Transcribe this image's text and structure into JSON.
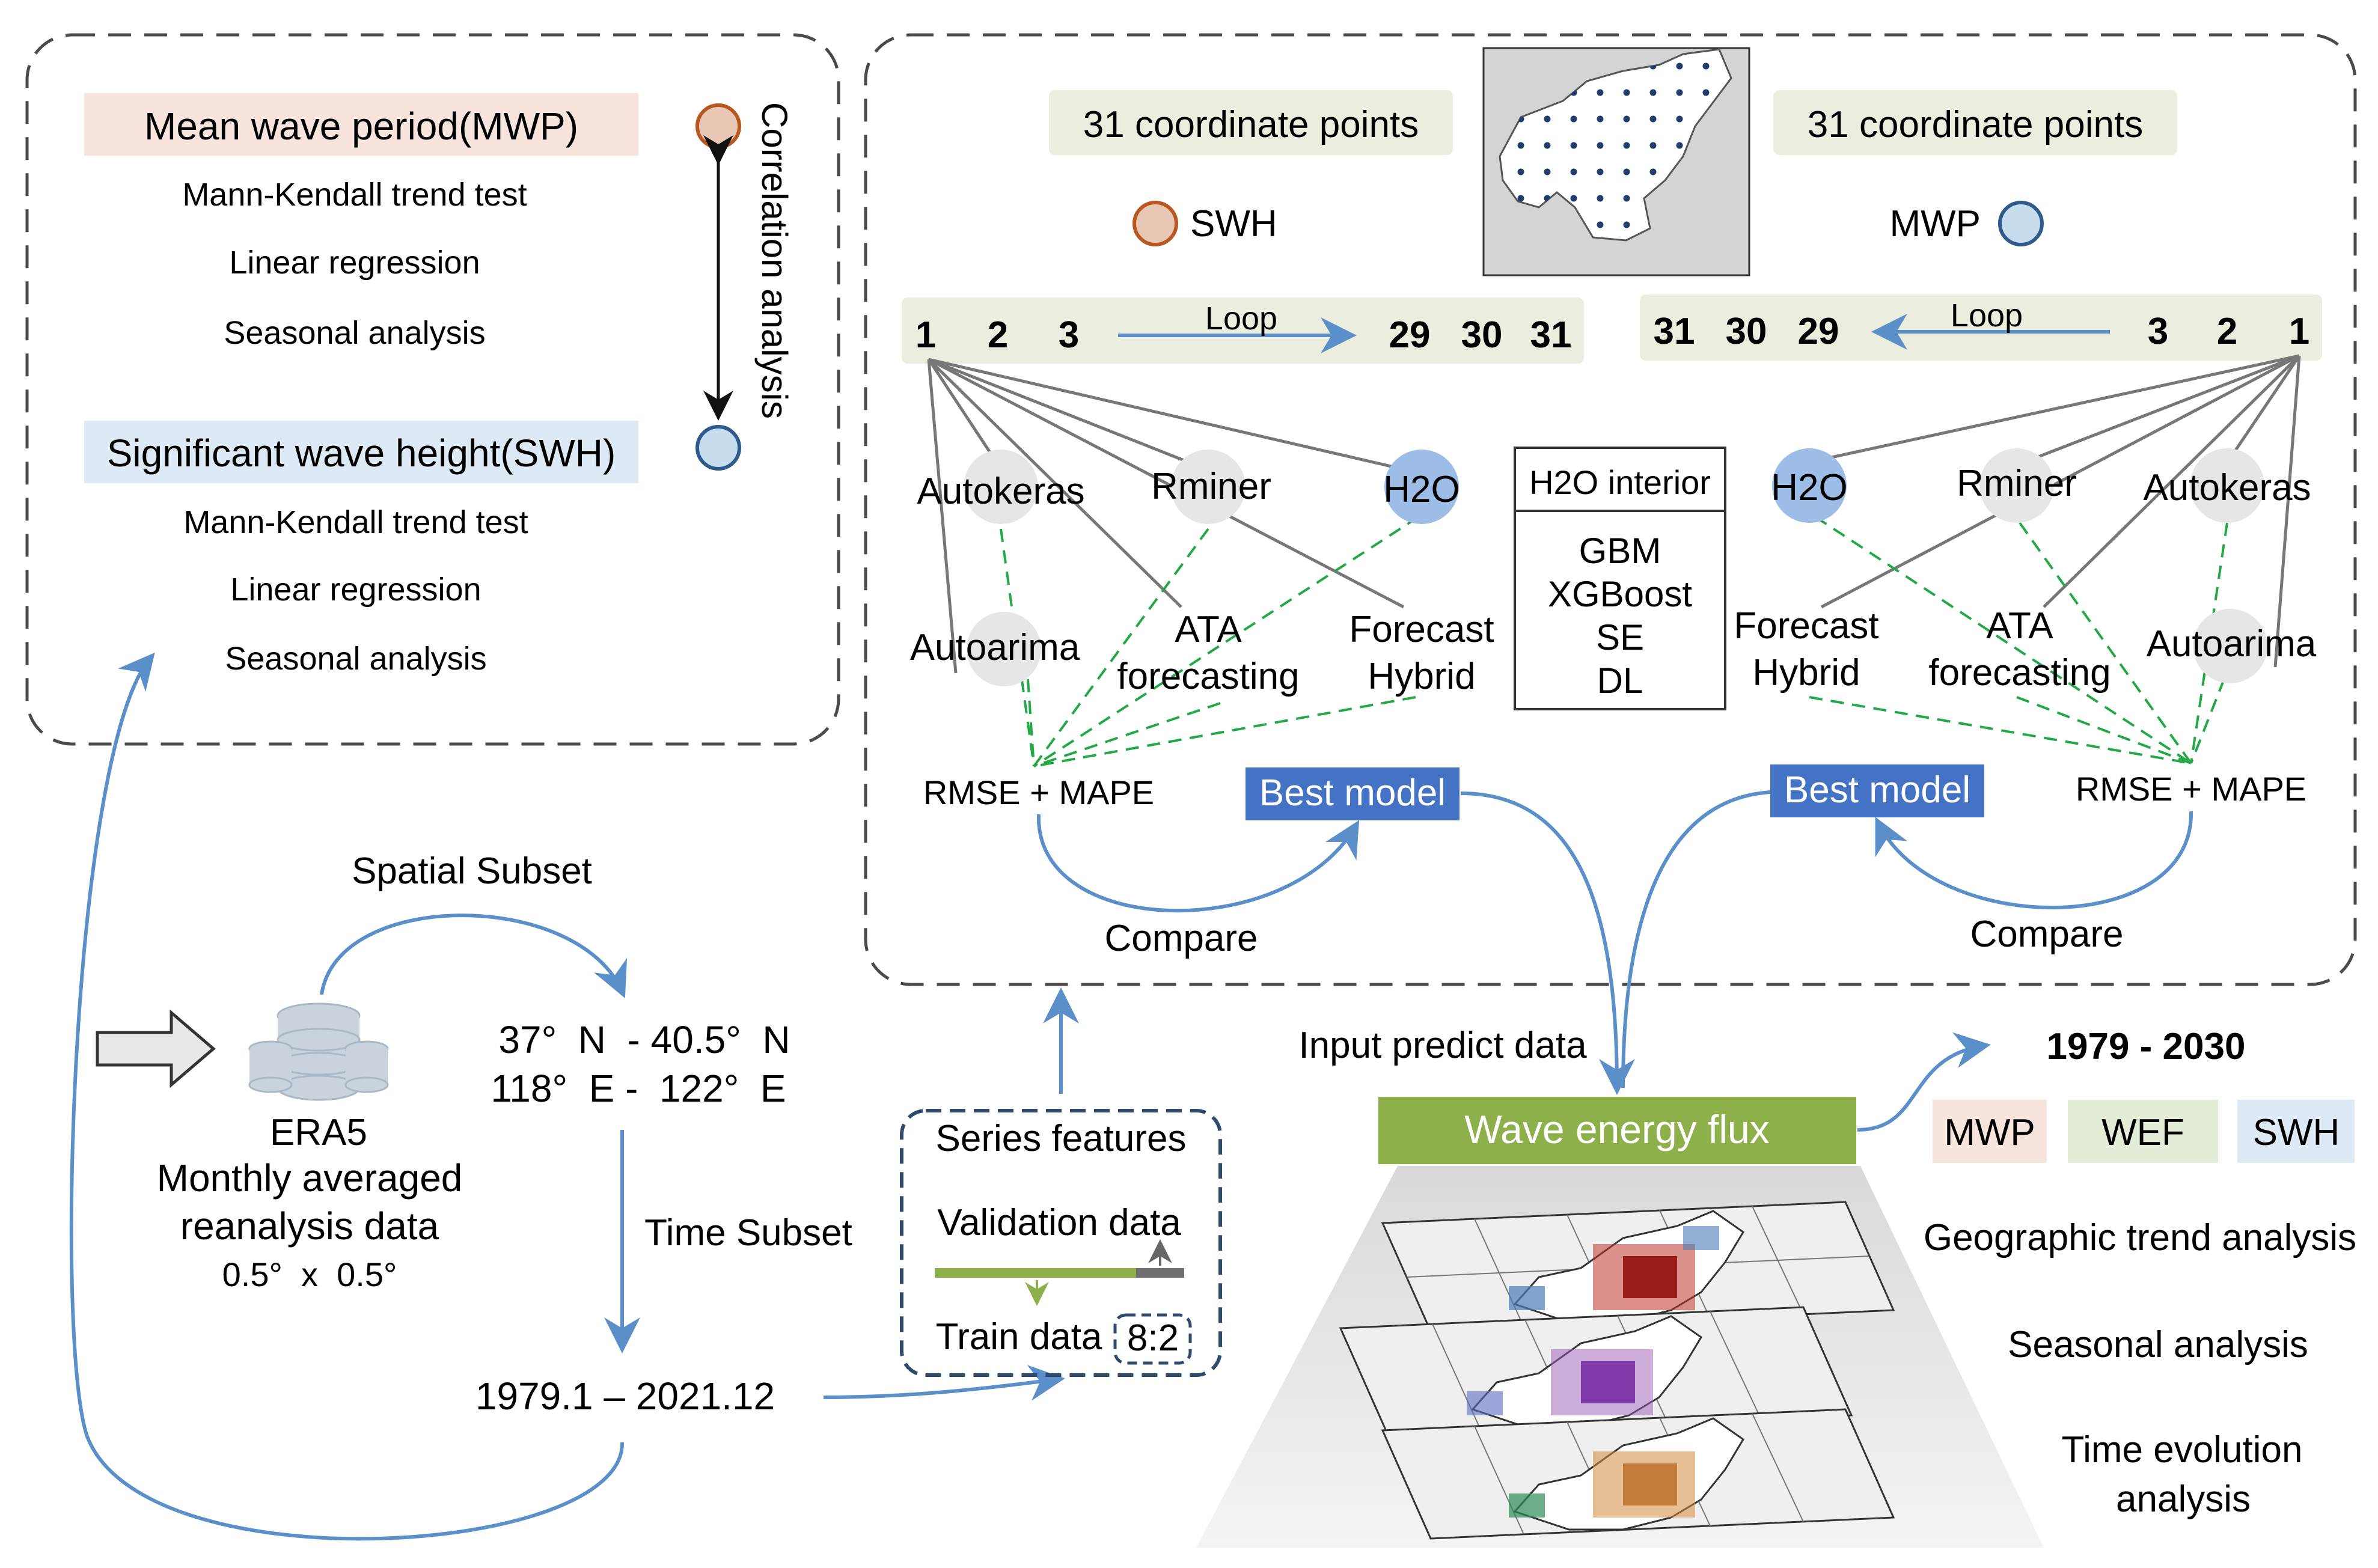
{
  "analysis_panel": {
    "mwp_title": "Mean wave period(MWP)",
    "mwp_methods": [
      "Mann-Kendall trend test",
      "Linear regression",
      "Seasonal analysis"
    ],
    "swh_title": "Significant wave height(SWH)",
    "swh_methods": [
      "Mann-Kendall trend test",
      "Linear regression",
      "Seasonal analysis"
    ],
    "correlation_label": "Correlation analysis"
  },
  "modeling_panel": {
    "coord_label_left": "31 coordinate points",
    "coord_label_right": "31 coordinate points",
    "swh_label": "SWH",
    "mwp_label": "MWP",
    "loop_left": {
      "start": [
        "1",
        "2",
        "3"
      ],
      "loop": "Loop",
      "end": [
        "29",
        "30",
        "31"
      ]
    },
    "loop_right": {
      "start": [
        "31",
        "30",
        "29"
      ],
      "loop": "Loop",
      "end": [
        "3",
        "2",
        "1"
      ]
    },
    "models_left": {
      "autokeras": "Autokeras",
      "rminer": "Rminer",
      "h2o": "H2O",
      "autoarima": "Autoarima",
      "ata": [
        "ATA",
        "forecasting"
      ],
      "forecast_hybrid": [
        "Forecast",
        "Hybrid"
      ]
    },
    "models_right": {
      "h2o": "H2O",
      "rminer": "Rminer",
      "autokeras": "Autokeras",
      "forecast_hybrid": [
        "Forecast",
        "Hybrid"
      ],
      "ata": [
        "ATA",
        "forecasting"
      ],
      "autoarima": "Autoarima"
    },
    "h2o_interior": {
      "title": "H2O interior",
      "items": [
        "GBM",
        "XGBoost",
        "SE",
        "DL"
      ]
    },
    "metric_left": "RMSE + MAPE",
    "metric_right": "RMSE + MAPE",
    "best_model_left": "Best model",
    "best_model_right": "Best model",
    "compare_left": "Compare",
    "compare_right": "Compare"
  },
  "data_flow": {
    "spatial_subset": "Spatial Subset",
    "era5": [
      "ERA5",
      "Monthly averaged",
      "reanalysis data",
      "0.5°  x  0.5°"
    ],
    "lat_range": "37°  N  - 40.5°  N",
    "lon_range": "118°  E -  122°  E",
    "time_subset": "Time Subset",
    "period": "1979.1 – 2021.12",
    "series_features": "Series features",
    "validation_data": "Validation data",
    "train_data": "Train data",
    "split_ratio": "8:2"
  },
  "output": {
    "input_predict": "Input predict data",
    "wave_energy_flux": "Wave energy flux",
    "year_range": "1979 - 2030",
    "tags": [
      "MWP",
      "WEF",
      "SWH"
    ],
    "analyses": [
      "Geographic trend analysis",
      "Seasonal analysis",
      "Time evolution",
      "analysis"
    ]
  },
  "colors": {
    "orange_dot": "#e8c8b4",
    "orange_dot_stroke": "#b8571f",
    "blue_dot": "#c6dcef",
    "blue_dot_stroke": "#2e5a8c",
    "arrow_blue": "#5b8fc9",
    "best_model_bg": "#4472c4",
    "wef_green": "#8db04b",
    "dash_green": "#22a845",
    "mwp_bg": "#f6e4dd",
    "swh_bg": "#ddeaf5",
    "wef_bg": "#e2ecd6",
    "coord_bg": "#ebeddf"
  }
}
